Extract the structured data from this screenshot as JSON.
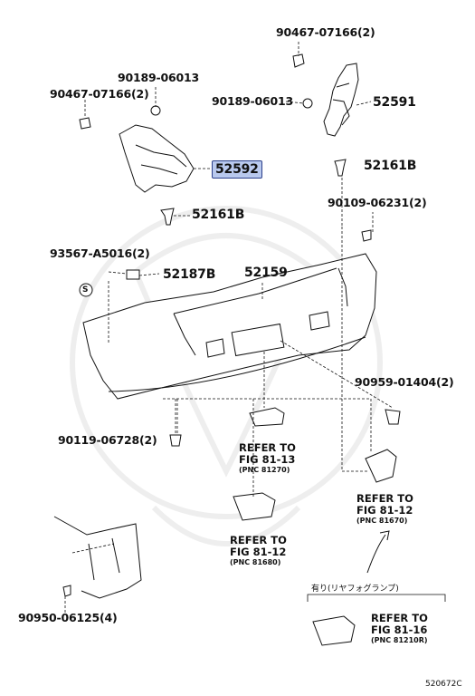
{
  "parts": {
    "clip_top": "90467-07166(2)",
    "screw_left": "90189-06013",
    "clip_left": "90467-07166(2)",
    "screw_right": "90189-06013",
    "part_52591": "52591",
    "part_52592": "52592",
    "fastener_right": "52161B",
    "fastener_left": "52161B",
    "screw_90109": "90109-06231(2)",
    "nut_93567": "93567-A5016(2)",
    "part_52187B": "52187B",
    "bumper": "52159",
    "clip_90959": "90959-01404(2)",
    "screw_90119": "90119-06728(2)",
    "clip_90950": "90950-06125(4)"
  },
  "refers": [
    {
      "line1": "REFER TO",
      "line2": "FIG 81-13",
      "pnc": "(PNC 81270)"
    },
    {
      "line1": "REFER TO",
      "line2": "FIG 81-12",
      "pnc": "(PNC 81670)"
    },
    {
      "line1": "REFER TO",
      "line2": "FIG 81-12",
      "pnc": "(PNC 81680)"
    },
    {
      "line1": "REFER TO",
      "line2": "FIG 81-16",
      "pnc": "(PNC 81210R)"
    }
  ],
  "bracket_note": "有り(リヤフォグランプ)",
  "s_mark": "S",
  "diagram_code": "520672C",
  "colors": {
    "highlight": "#b9c9ee",
    "highlight_border": "#2a3f8a"
  }
}
